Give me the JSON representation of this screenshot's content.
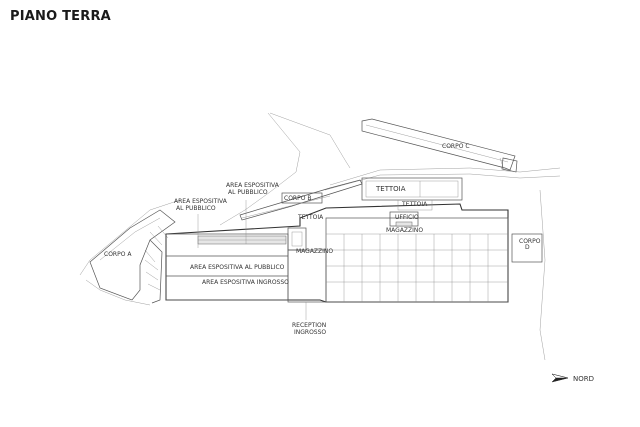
{
  "title": "PIANO TERRA",
  "labels": {
    "corpo_a": "CORPO A",
    "corpo_b": "CORPO B",
    "corpo_c": "CORPO C",
    "corpo_d_line1": "CORPO",
    "corpo_d_line2": "D",
    "area_pubblico_left_1": "AREA ESPOSITIVA",
    "area_pubblico_left_2": "AL PUBBLICO",
    "area_pubblico_top_1": "AREA ESPOSITIVA",
    "area_pubblico_top_2": "AL PUBBLICO",
    "area_pubblico_main": "AREA ESPOSITIVA AL PUBBLICO",
    "area_ingrosso": "AREA ESPOSITIVA INGROSSO",
    "tettoia_top": "TETTOIA",
    "tettoia_mid": "TETTOIA",
    "tettoia_left": "TETTOIA",
    "ufficio": "UFFICIO",
    "magazzino_main": "MAGAZZINO",
    "magazzino_small": "MAGAZZINO",
    "reception_1": "RECEPTION",
    "reception_2": "INGROSSO",
    "nord": "NORD"
  },
  "colors": {
    "line": "#555555",
    "text": "#333333",
    "hatch": "#e6e6e6"
  },
  "icons": {
    "north": "north-arrow-icon"
  }
}
